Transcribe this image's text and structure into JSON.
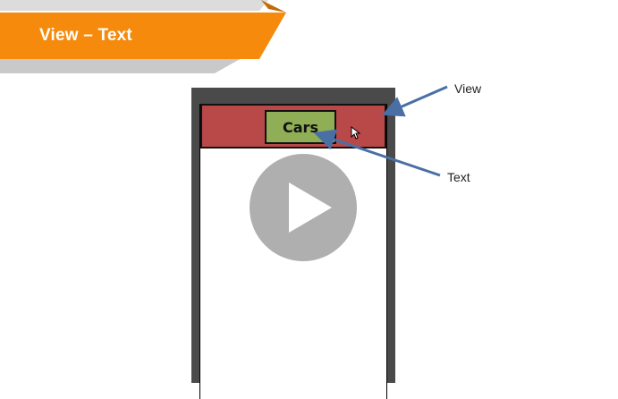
{
  "slide": {
    "title": "View – Text",
    "accent_color": "#f58a0c",
    "shadow_color": "#bdbdbd"
  },
  "phone": {
    "view_color": "#b94848",
    "text_box_color": "#8fae56",
    "text_box_label": "Cars"
  },
  "annotations": {
    "view_label": "View",
    "text_label": "Text",
    "arrow_color": "#4a6fa5"
  },
  "player": {
    "icon": "play-icon"
  }
}
